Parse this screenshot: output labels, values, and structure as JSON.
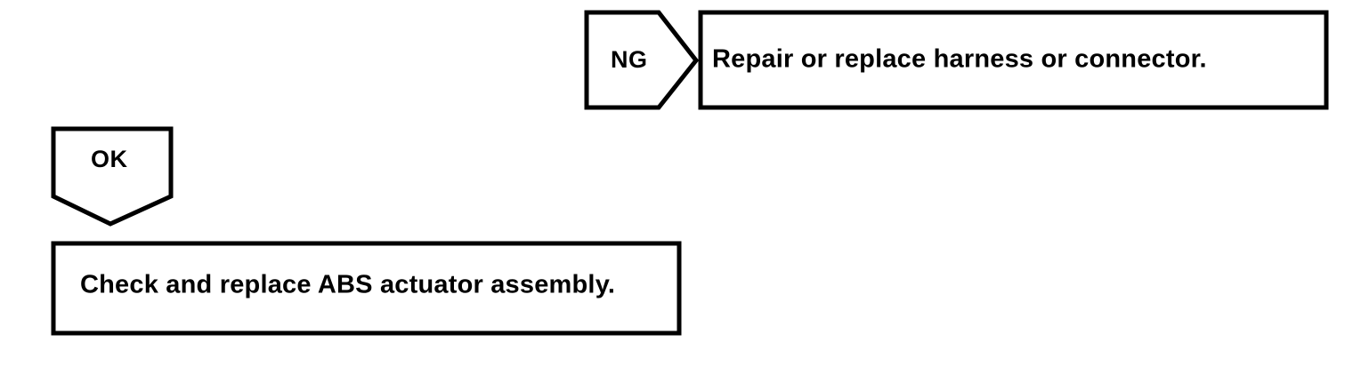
{
  "diagram": {
    "type": "troubleshooting-flowchart",
    "background_color": "#ffffff",
    "line_color": "#000000",
    "nodes": {
      "ng_branch": {
        "label": "NG",
        "shape": "pentagon-arrow-right"
      },
      "repair_action": {
        "label": "Repair or replace harness or connector.",
        "shape": "rectangle"
      },
      "ok_branch": {
        "label": "OK",
        "shape": "pentagon-arrow-down"
      },
      "check_action": {
        "label": "Check and replace ABS actuator assembly.",
        "shape": "rectangle"
      }
    }
  }
}
